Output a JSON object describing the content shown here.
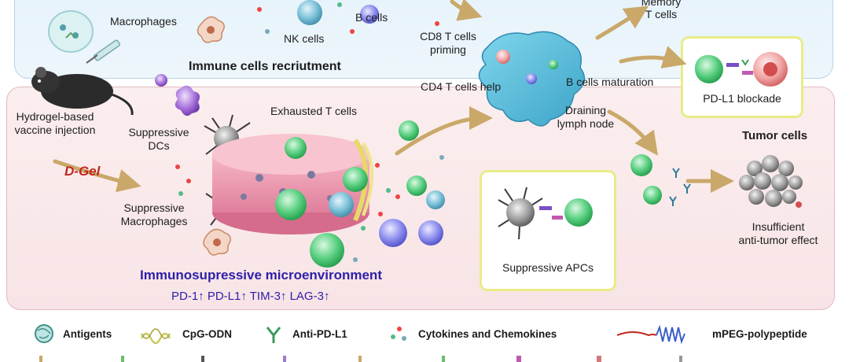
{
  "top": {
    "macrophages": "Macrophages",
    "nk_cells": "NK cells",
    "b_cells": "B cells",
    "memory_t_cells": "Memory\nT cells",
    "title": "Immune cells recriutment"
  },
  "lymph": {
    "cd8_priming": "CD8 T cells\npriming",
    "cd4_help": "CD4 T cells help",
    "b_maturation": "B cells maturation",
    "draining": "Draining\nlymph node"
  },
  "boxes": {
    "pdl1_blockade": "PD-L1 blockade",
    "suppressive_apcs": "Suppressive APCs"
  },
  "left": {
    "injection": "Hydrogel-based\nvaccine injection",
    "gel": "D-Gel",
    "suppressive_dcs": "Suppressive\nDCs",
    "exhausted_t": "Exhausted T cells",
    "suppressive_macrophages": "Suppressive\nMacrophages"
  },
  "micro": {
    "title": "Immunosupressive microenvironment",
    "markers": "PD-1↑ PD-L1↑ TIM-3↑ LAG-3↑"
  },
  "right": {
    "tumor_cells": "Tumor cells",
    "insufficient": "Insufficient\nanti-tumor effect"
  },
  "legend": {
    "antigents": "Antigents",
    "cpg": "CpG-ODN",
    "anti_pdl1": "Anti-PD-L1",
    "cytokines": "Cytokines and Chemokines",
    "mpeg": "mPEG-polypeptide"
  },
  "colors": {
    "top_panel": "#e6f2fb",
    "bottom_panel": "#fbeeee",
    "box_border": "#e8ec86",
    "gel_label": "#c0281e",
    "micro_title": "#2d1fa8",
    "t_cell": "#3fc46a",
    "nk_cell": "#4e9fbf",
    "b_cell": "#7f7fe0",
    "tumor": "#8a8a8a",
    "arrow": "#c9a86a"
  }
}
